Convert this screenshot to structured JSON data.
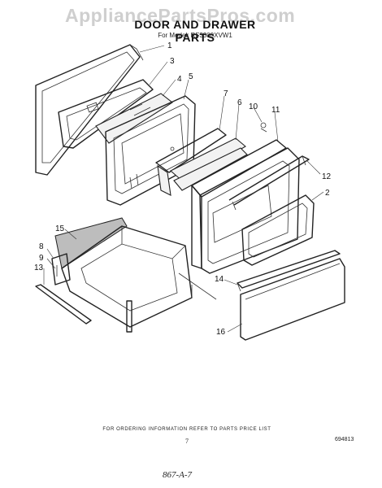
{
  "watermark": "AppliancePartsPros.com",
  "header": {
    "title": "DOOR AND DRAWER PARTS",
    "model": "For Model: RF3300XVW1"
  },
  "callouts": {
    "c1": "1",
    "c2": "2",
    "c3": "3",
    "c4": "4",
    "c5": "5",
    "c6": "6",
    "c7": "7",
    "c8": "8",
    "c9": "9",
    "c10": "10",
    "c11": "11",
    "c12": "12",
    "c13": "13",
    "c14": "14",
    "c15": "15",
    "c16": "16"
  },
  "footer": {
    "ordering_note": "FOR ORDERING INFORMATION REFER TO PARTS PRICE LIST",
    "page_number": "7",
    "diagram_code": "694813",
    "handwritten": "867-A-7"
  }
}
